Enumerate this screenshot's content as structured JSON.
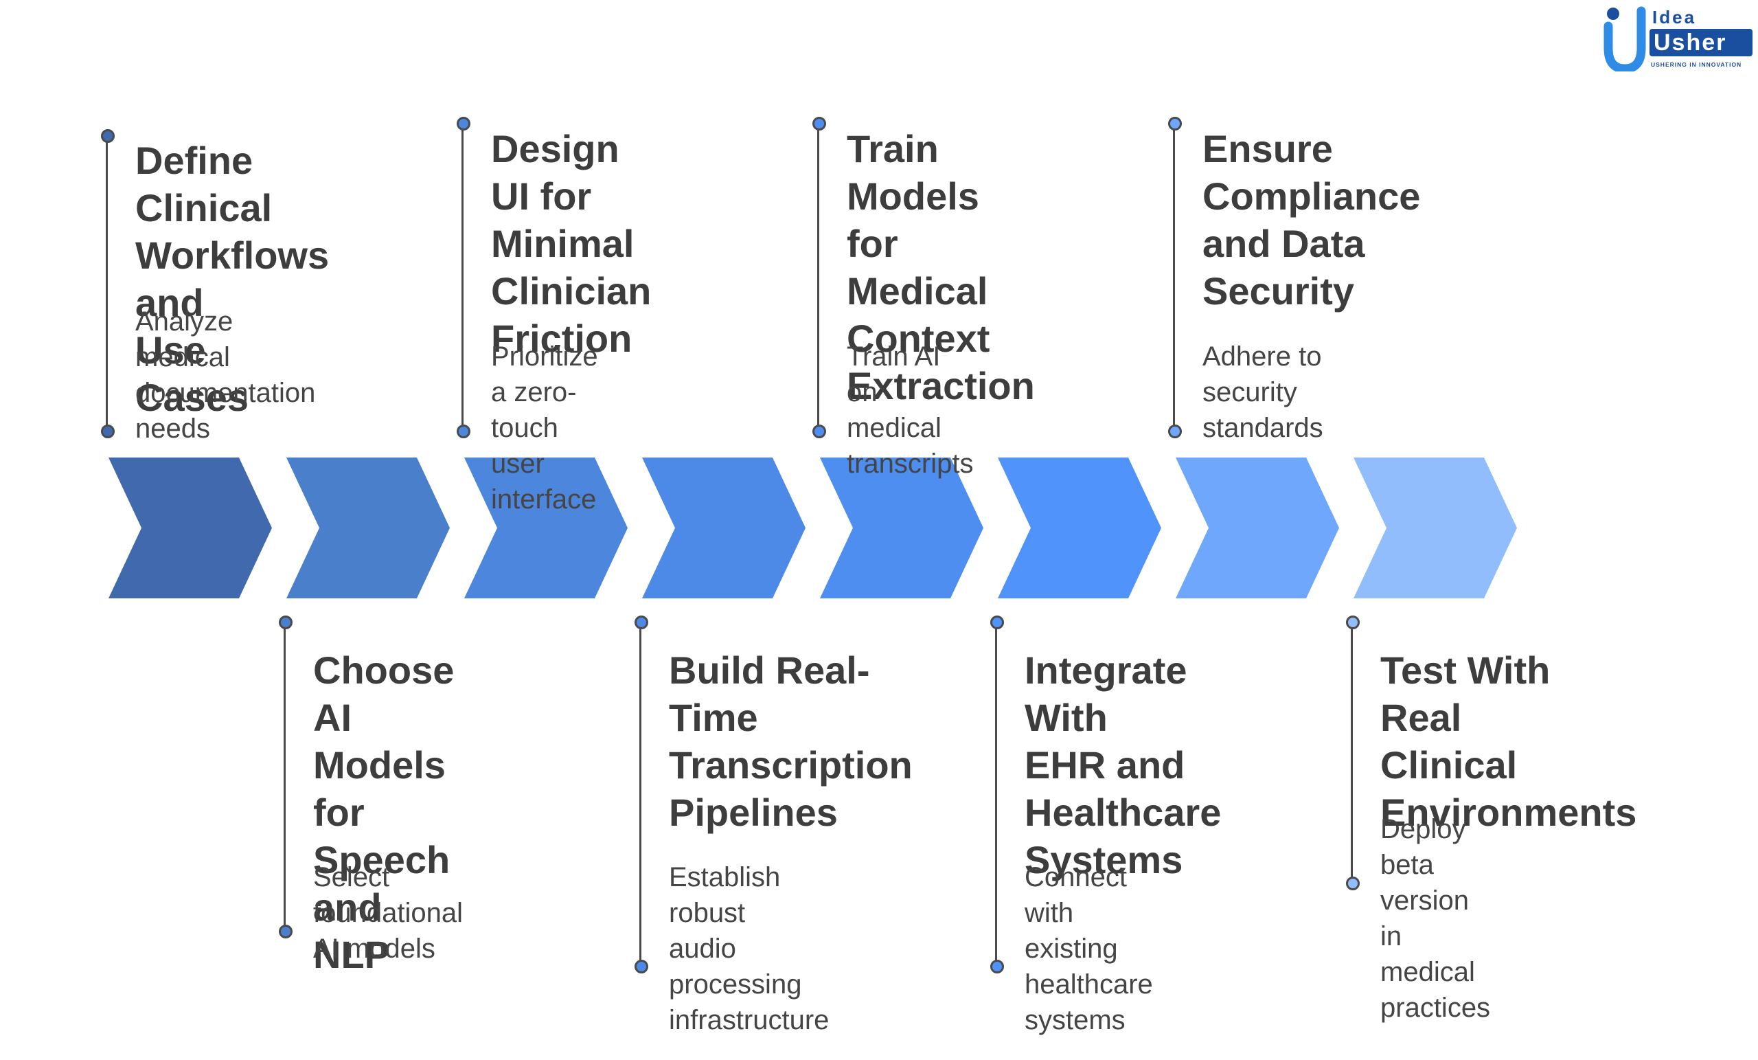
{
  "steps": [
    {
      "title_lines": [
        "Define Clinical",
        "Workflows and",
        "Use Cases"
      ],
      "desc_lines": [
        "Analyze medical",
        "documentation",
        "needs"
      ],
      "color": "#4169AE"
    },
    {
      "title_lines": [
        "Choose AI",
        "Models for",
        "Speech and",
        "NLP"
      ],
      "desc_lines": [
        "Select foundational",
        "AI models"
      ],
      "color": "#4A7FCB"
    },
    {
      "title_lines": [
        "Design UI for",
        "Minimal",
        "Clinician",
        "Friction"
      ],
      "desc_lines": [
        "Prioritize a zero-",
        "touch user interface"
      ],
      "color": "#4D86DD"
    },
    {
      "title_lines": [
        "Build Real-",
        "Time",
        "Transcription",
        "Pipelines"
      ],
      "desc_lines": [
        "Establish robust",
        "audio processing",
        "infrastructure"
      ],
      "color": "#4D89E6"
    },
    {
      "title_lines": [
        "Train Models",
        "for Medical",
        "Context",
        "Extraction"
      ],
      "desc_lines": [
        "Train AI on medical",
        "transcripts"
      ],
      "color": "#4E8EF0"
    },
    {
      "title_lines": [
        "Integrate With",
        "EHR and",
        "Healthcare",
        "Systems"
      ],
      "desc_lines": [
        "Connect with",
        "existing healthcare",
        "systems"
      ],
      "color": "#4F93FB"
    },
    {
      "title_lines": [
        "Ensure",
        "Compliance",
        "and Data",
        "Security"
      ],
      "desc_lines": [
        "Adhere to security",
        "standards"
      ],
      "color": "#6EA7FB"
    },
    {
      "title_lines": [
        "Test With Real",
        "Clinical",
        "Environments"
      ],
      "desc_lines": [
        "Deploy beta version",
        "in medical practices"
      ],
      "color": "#92BDFC"
    }
  ],
  "logo": {
    "text_top": "Idea",
    "text_main": "Usher",
    "tagline": "USHERING IN INNOVATION",
    "color_main": "#1A4FA0",
    "color_accent": "#2E8BE6"
  }
}
